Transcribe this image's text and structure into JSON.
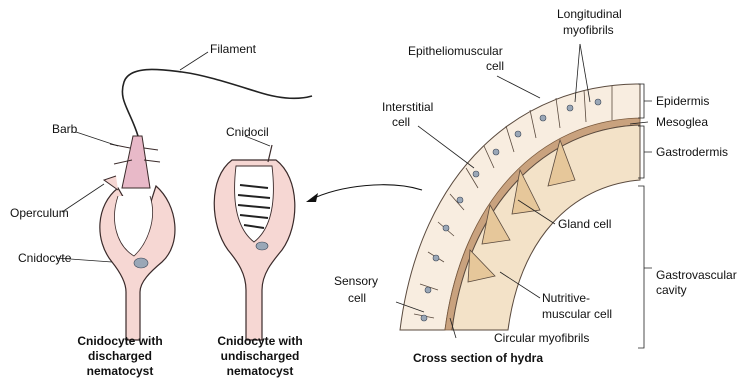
{
  "labels": {
    "filament": "Filament",
    "barb": "Barb",
    "operculum": "Operculum",
    "cnidocyte": "Cnidocyte",
    "cnidocil": "Cnidocil",
    "interstitial": [
      "Interstitial",
      "cell"
    ],
    "epitheliomuscular": [
      "Epitheliomuscular",
      "cell"
    ],
    "longitudinal": [
      "Longitudinal",
      "myofibrils"
    ],
    "epidermis": "Epidermis",
    "mesoglea": "Mesoglea",
    "gastrodermis": "Gastrodermis",
    "gland_cell": "Gland cell",
    "gastrovascular": [
      "Gastrovascular",
      "cavity"
    ],
    "sensory": [
      "Sensory",
      "cell"
    ],
    "nutritive": [
      "Nutritive-",
      "muscular cell"
    ],
    "circular": "Circular myofibrils"
  },
  "captions": {
    "discharged": [
      "Cnidocyte with",
      "discharged",
      "nematocyst"
    ],
    "undischarged": [
      "Cnidocyte with",
      "undischarged",
      "nematocyst"
    ],
    "cross_section": "Cross section of hydra"
  },
  "colors": {
    "cnidocyte_fill": "#f6d7d3",
    "epidermis_cell": "#f8ede0",
    "gland_cell": "#e6c79a",
    "mesoglea": "#c9a27e",
    "nucleus": "#9aa7b7"
  }
}
